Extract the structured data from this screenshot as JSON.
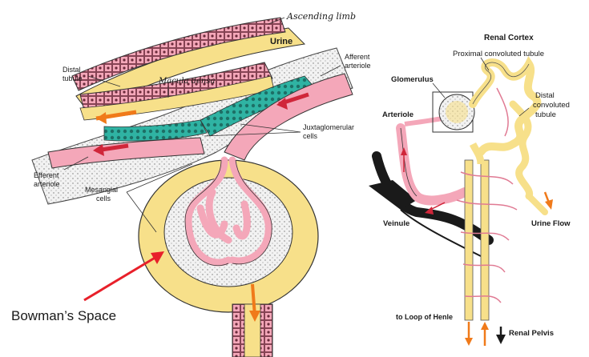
{
  "left_diagram": {
    "labels": {
      "ascending_limb": "Ascending limb",
      "urine": "Urine",
      "distal_tubule_1": "Distal",
      "distal_tubule_2": "tubule",
      "macula_densa": "Macula densa",
      "afferent_1": "Afferent",
      "afferent_2": "arteriole",
      "juxta_1": "Juxtaglomerular",
      "juxta_2": "cells",
      "efferent_1": "Efferent",
      "efferent_2": "arteriole",
      "mesangial_1": "Mesangial",
      "mesangial_2": "cells",
      "bowmans_space": "Bowman’s Space"
    }
  },
  "right_diagram": {
    "labels": {
      "renal_cortex": "Renal Cortex",
      "proximal": "Proximal  convoluted  tubule",
      "glomerulus": "Glomerulus",
      "distal_1": "Distal",
      "distal_2": "convoluted",
      "distal_3": "tubule",
      "arteriole": "Arteriole",
      "veinule": "Veinule",
      "urine_flow": "Urine Flow",
      "loop_of_henle": "to Loop of Henle",
      "renal_pelvis": "Renal Pelvis"
    }
  },
  "colors": {
    "tubule_pink": "#f4a7b9",
    "urine_yellow": "#f7e08a",
    "cell_teal": "#2fb3a3",
    "arrow_red": "#d0263a",
    "arrow_orange": "#f07a1a",
    "vein_black": "#1a1a1a"
  }
}
